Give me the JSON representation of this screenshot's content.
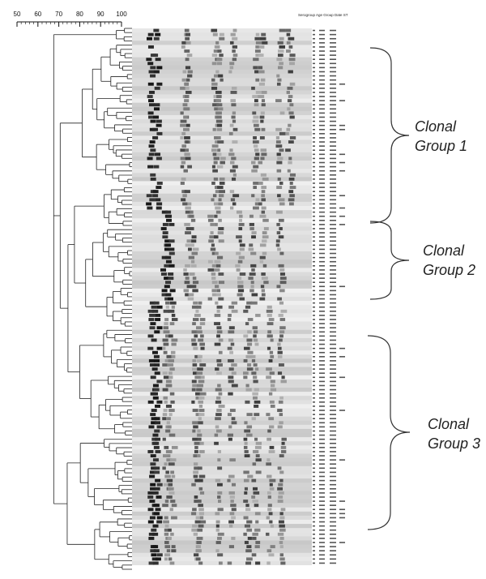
{
  "scale": {
    "ticks": [
      "50",
      "60",
      "70",
      "80",
      "90",
      "100"
    ]
  },
  "header": {
    "columns": "Serogroup  Age Group  Date  ST"
  },
  "clonal_groups": [
    {
      "line1": "Clonal",
      "line2": "Group 1"
    },
    {
      "line1": "Clonal",
      "line2": "Group 2"
    },
    {
      "line1": "Clonal",
      "line2": "Group 3"
    }
  ]
}
